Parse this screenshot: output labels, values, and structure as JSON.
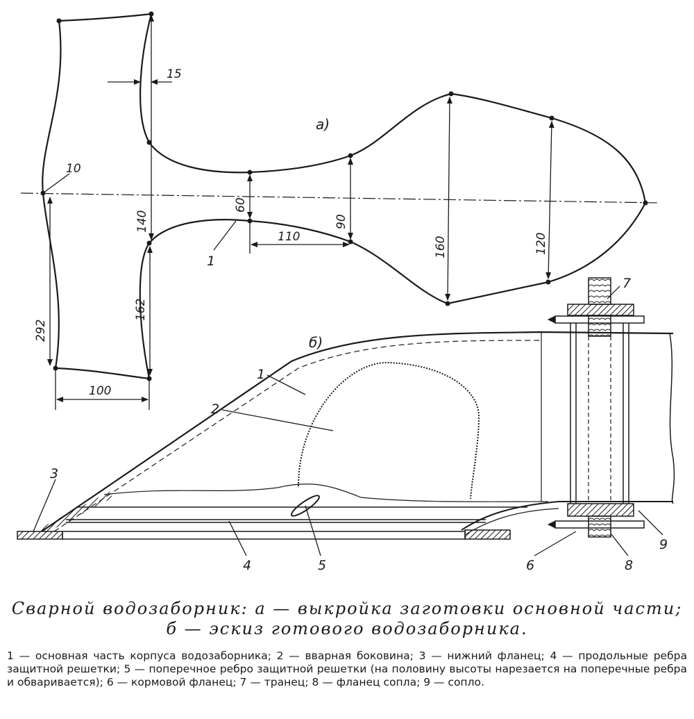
{
  "figure": {
    "view_a_label": "a)",
    "view_b_label": "б)",
    "dimensions": {
      "d15": "15",
      "d10": "10",
      "d140": "140",
      "d60": "60",
      "d90": "90",
      "d110": "110",
      "d160": "160",
      "d120": "120",
      "d292": "292",
      "d162": "162",
      "d100": "100"
    },
    "callouts": {
      "c1_top": "1",
      "c1": "1",
      "c2": "2",
      "c3": "3",
      "c4": "4",
      "c5": "5",
      "c6": "6",
      "c7": "7",
      "c8": "8",
      "c9": "9"
    }
  },
  "caption": {
    "line1": "Сварной водозаборник: а — выкройка заготовки основной части;",
    "line2": "б — эскиз готового водозаборника."
  },
  "legend": {
    "text": "1 — основная часть корпуса водозаборника; 2 — вварная боковина; 3 — нижний фланец; 4 — продольные ребра защитной решетки; 5 — поперечное ребро защитной решетки (на половину высоты нарезается на поперечные ребра и обваривается); 6 — кормовой фланец; 7 — транец; 8 — фланец сопла; 9 — сопло."
  }
}
